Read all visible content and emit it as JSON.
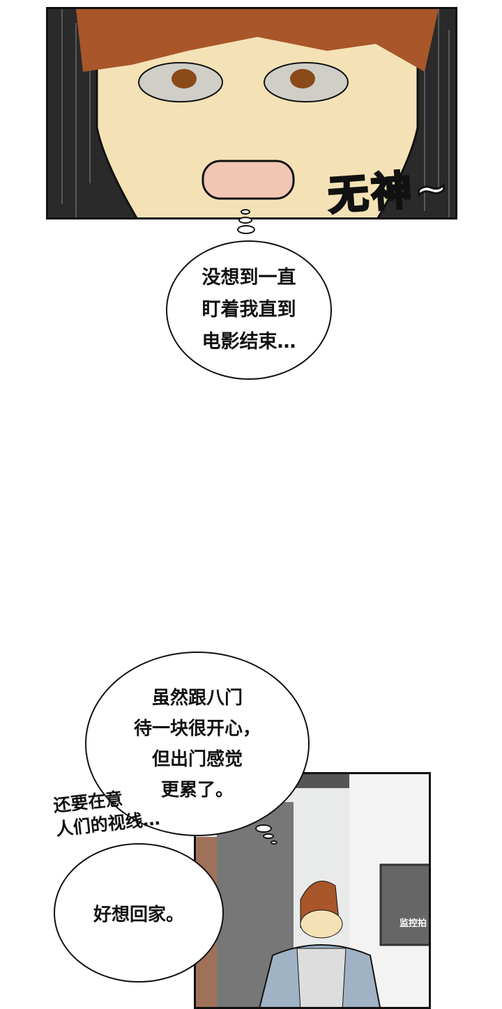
{
  "panel1": {
    "sfx": "无神~"
  },
  "bubble1": {
    "text": "没想到一直\n盯着我直到\n电影结束…"
  },
  "bubble2": {
    "text": "虽然跟八门\n待一块很开心，\n但出门感觉\n更累了。"
  },
  "side_text": {
    "text": "还要在意\n人们的视线…"
  },
  "bubble3": {
    "text": "好想回家。"
  },
  "panel2": {
    "sign_text": "监控拍"
  }
}
